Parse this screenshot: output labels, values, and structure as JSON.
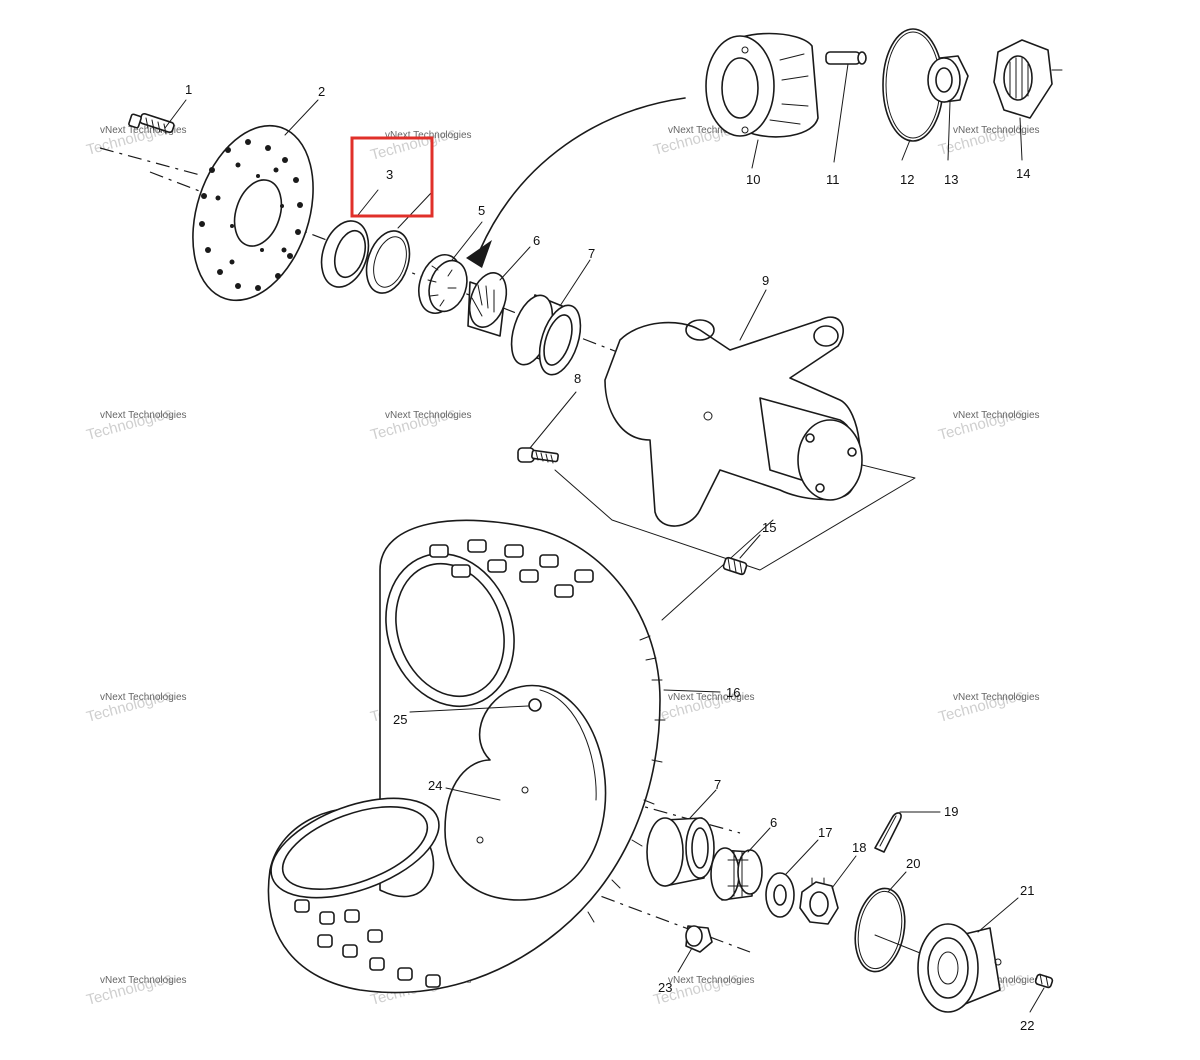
{
  "parts": {
    "p1": "1",
    "p2": "2",
    "p3": "3",
    "p5": "5",
    "p6a": "6",
    "p7a": "7",
    "p8": "8",
    "p9": "9",
    "p10": "10",
    "p11": "11",
    "p12": "12",
    "p13": "13",
    "p14": "14",
    "p15": "15",
    "p16": "16",
    "p17": "17",
    "p18": "18",
    "p19": "19",
    "p20": "20",
    "p21": "21",
    "p22": "22",
    "p23": "23",
    "p24": "24",
    "p25": "25",
    "p6b": "6",
    "p7b": "7"
  },
  "watermark": {
    "line1": "vNext Technologies",
    "line2": "vNext",
    "line3": "Technologies"
  },
  "highlight": {
    "color": "#e0302a",
    "target_part": "3"
  }
}
